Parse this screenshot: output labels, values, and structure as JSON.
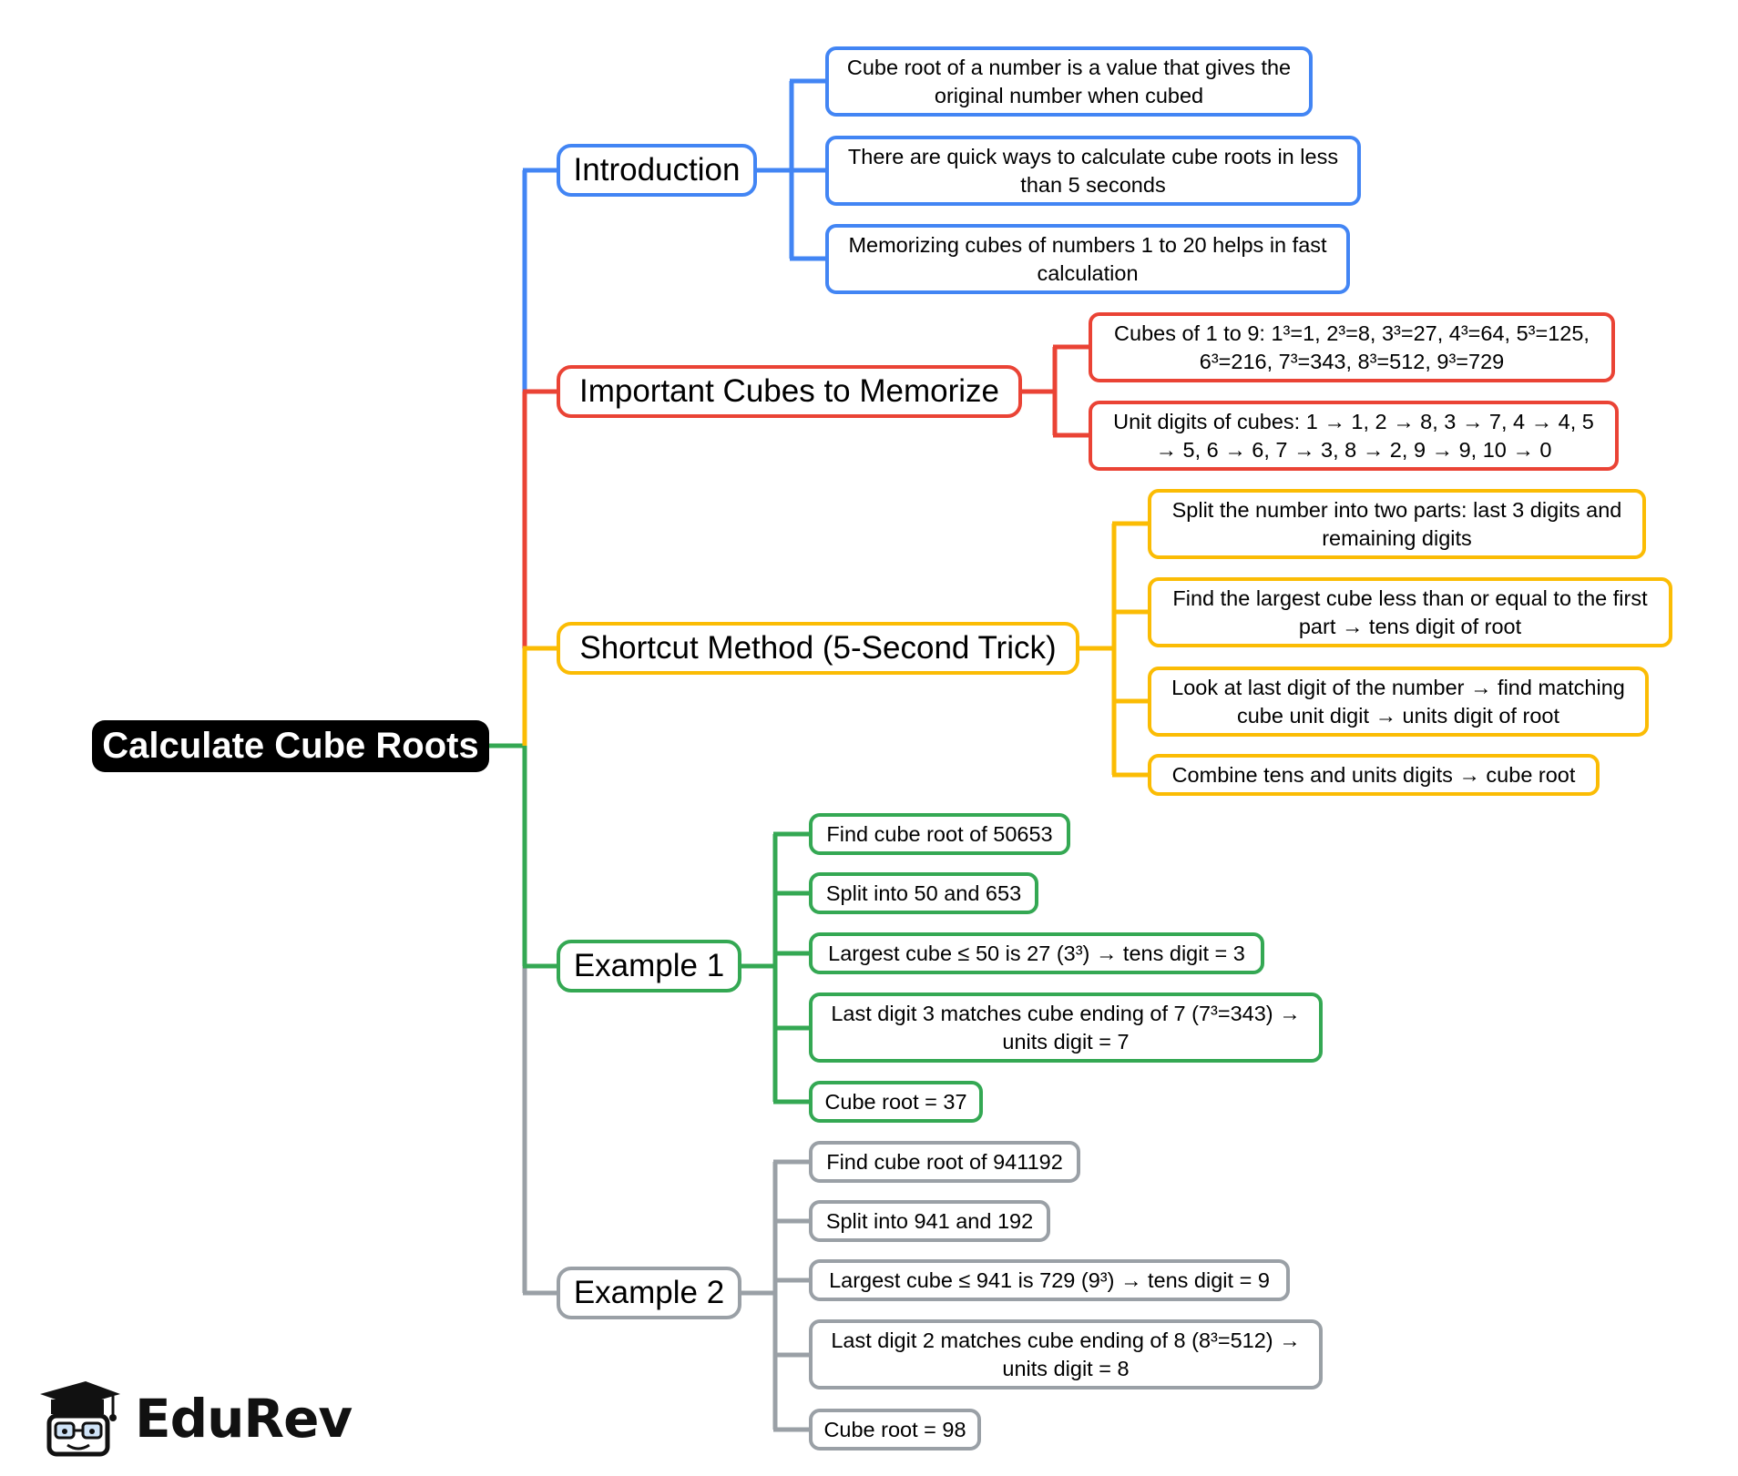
{
  "root": {
    "label": "Calculate Cube Roots"
  },
  "colors": {
    "introduction": "#4285f4",
    "important_cubes": "#ea4335",
    "shortcut": "#fbbc04",
    "example1": "#34a853",
    "example2": "#9aa0a6",
    "root_bg": "#000000"
  },
  "branches": {
    "introduction": {
      "label": "Introduction",
      "items": [
        "Cube root of a number is a value that gives the original number when cubed",
        "There are quick ways to calculate cube roots in less than 5 seconds",
        "Memorizing cubes of numbers 1 to 20 helps in fast calculation"
      ]
    },
    "important_cubes": {
      "label": "Important Cubes to Memorize",
      "items": [
        "Cubes of 1 to 9: 1³=1, 2³=8, 3³=27, 4³=64, 5³=125, 6³=216, 7³=343, 8³=512, 9³=729",
        "Unit digits of cubes: 1 → 1, 2 → 8, 3 → 7, 4 → 4, 5 → 5, 6 → 6, 7 → 3, 8 → 2, 9 → 9, 10 → 0"
      ]
    },
    "shortcut": {
      "label": "Shortcut Method (5-Second Trick)",
      "items": [
        "Split the number into two parts: last 3 digits and remaining digits",
        "Find the largest cube less than or equal to the first part → tens digit of root",
        "Look at last digit of the number → find matching cube unit digit → units digit of root",
        "Combine tens and units digits → cube root"
      ]
    },
    "example1": {
      "label": "Example 1",
      "items": [
        "Find cube root of 50653",
        "Split into 50 and 653",
        "Largest cube ≤ 50 is 27 (3³) → tens digit = 3",
        "Last digit 3 matches cube ending of 7 (7³=343) → units digit = 7",
        "Cube root = 37"
      ]
    },
    "example2": {
      "label": "Example 2",
      "items": [
        "Find cube root of 941192",
        "Split into 941 and 192",
        "Largest cube ≤ 941 is 729 (9³) → tens digit = 9",
        "Last digit 2 matches cube ending of 8 (8³=512) → units digit = 8",
        "Cube root = 98"
      ]
    }
  },
  "logo": {
    "text": "EduRev",
    "icon": "graduate-mascot-icon"
  }
}
